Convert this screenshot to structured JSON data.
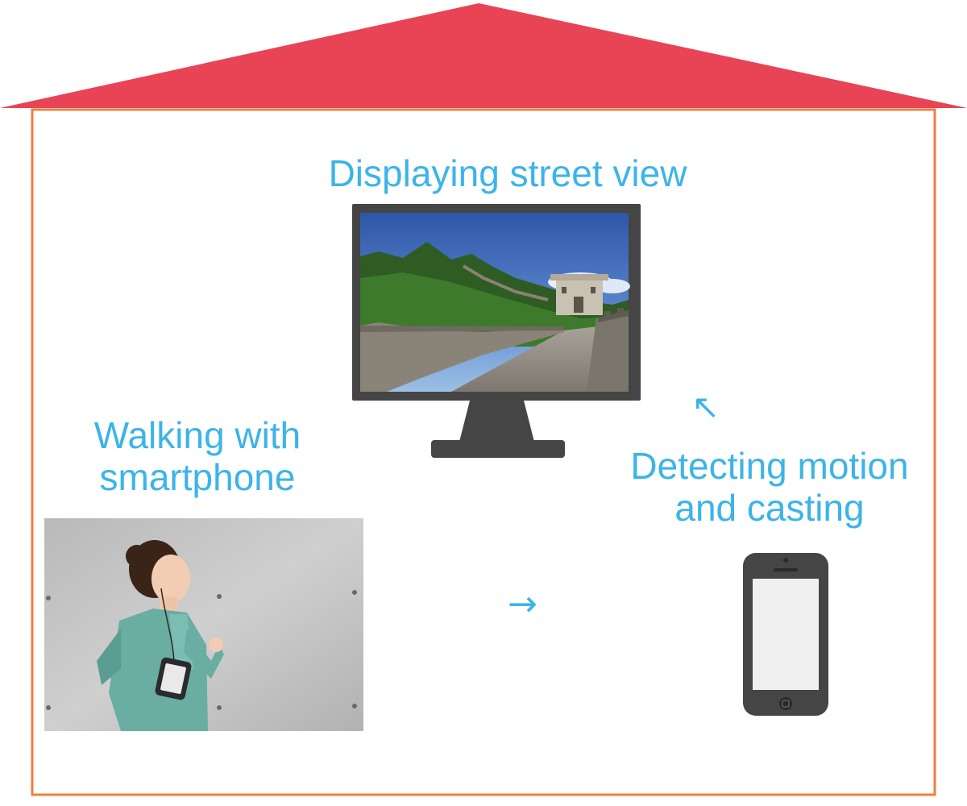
{
  "labels": {
    "street_view": "Displaying street view",
    "walking_line1": "Walking with",
    "walking_line2": "smartphone",
    "detecting_line1": "Detecting motion",
    "detecting_line2": "and casting"
  },
  "arrows": {
    "to_phone": "→",
    "to_monitor": "↖"
  },
  "colors": {
    "roof": "#e84455",
    "wall": "#ef8040",
    "label": "#3cb4e8",
    "device_body": "#454545",
    "phone_screen": "#f0f0f0"
  },
  "icons": {
    "monitor": "monitor-icon",
    "smartphone": "smartphone-icon"
  }
}
